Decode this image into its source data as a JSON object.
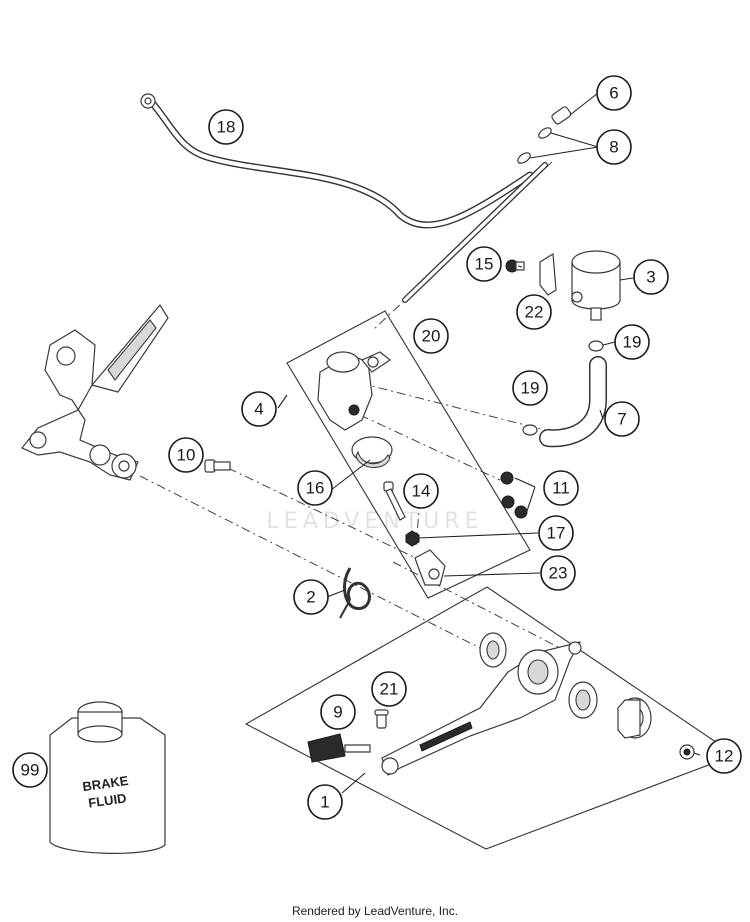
{
  "watermark": "LEADVENTURE",
  "bottle_label": [
    "BRAKE",
    "FLUID"
  ],
  "footer": "Rendered by LeadVenture, Inc.",
  "callouts": [
    {
      "id": "c1",
      "label": "1"
    },
    {
      "id": "c2",
      "label": "2"
    },
    {
      "id": "c3",
      "label": "3"
    },
    {
      "id": "c4",
      "label": "4"
    },
    {
      "id": "c6",
      "label": "6"
    },
    {
      "id": "c7",
      "label": "7"
    },
    {
      "id": "c8",
      "label": "8"
    },
    {
      "id": "c9",
      "label": "9"
    },
    {
      "id": "c10",
      "label": "10"
    },
    {
      "id": "c11",
      "label": "11"
    },
    {
      "id": "c12",
      "label": "12"
    },
    {
      "id": "c14",
      "label": "14"
    },
    {
      "id": "c15",
      "label": "15"
    },
    {
      "id": "c16",
      "label": "16"
    },
    {
      "id": "c17",
      "label": "17"
    },
    {
      "id": "c18",
      "label": "18"
    },
    {
      "id": "c19a",
      "label": "19"
    },
    {
      "id": "c19b",
      "label": "19"
    },
    {
      "id": "c20",
      "label": "20"
    },
    {
      "id": "c21",
      "label": "21"
    },
    {
      "id": "c22",
      "label": "22"
    },
    {
      "id": "c23",
      "label": "23"
    },
    {
      "id": "c99",
      "label": "99"
    }
  ]
}
